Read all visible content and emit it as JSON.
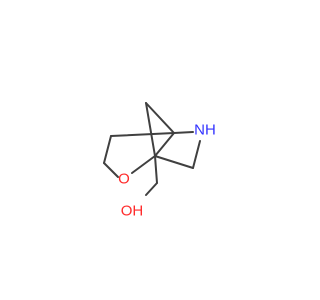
{
  "molecule": {
    "atoms": {
      "nitrogen": {
        "label": "NH",
        "color": "#3333ff"
      },
      "ring_oxygen": {
        "label": "O",
        "color": "#ff2a2a"
      },
      "hydroxyl": {
        "label": "OH",
        "color": "#ff2a2a"
      }
    },
    "bond_color": "#404040"
  }
}
